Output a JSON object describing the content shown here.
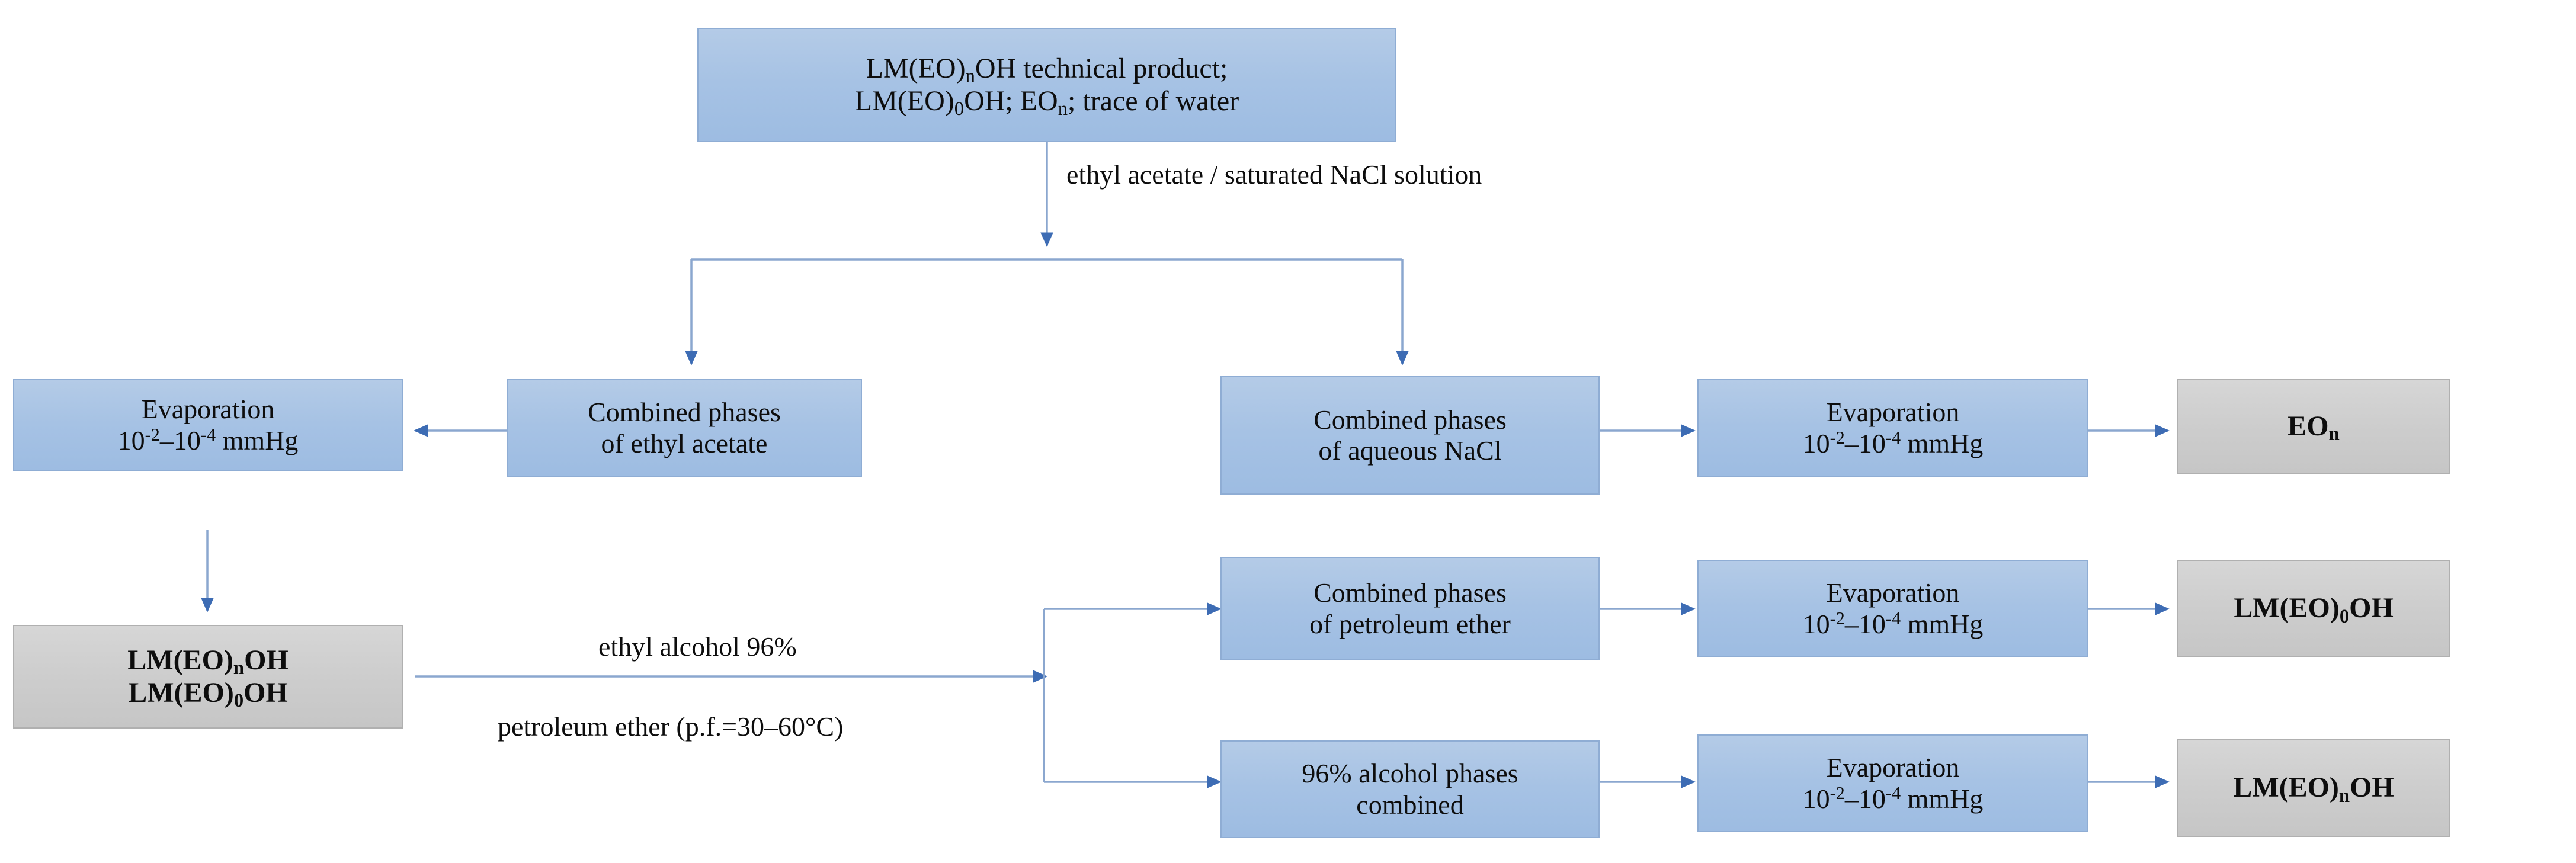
{
  "diagram": {
    "title": "Isolation scheme of LM(EO)nOH technical product",
    "colors": {
      "box_blue_fill": "#a6c2e4",
      "box_blue_border": "#8fadd4",
      "box_gray_fill": "#cdcdcd",
      "box_gray_border": "#b0b0b0",
      "connector": "#8ba7cf",
      "arrow_head": "#3d6cb4",
      "text": "#0d0d0d",
      "background": "#ffffff"
    },
    "nodes": [
      {
        "id": "technical-product",
        "style": "blue",
        "lines": [
          "LM(EO)nOH technical product;",
          "LM(EO)0OH;  EOn; trace of water"
        ]
      },
      {
        "id": "evaporation-left",
        "style": "blue",
        "lines": [
          "Evaporation",
          "10-2–10-4 mmHg"
        ]
      },
      {
        "id": "combined-ethyl-acetate",
        "style": "blue",
        "lines": [
          "Combined phases",
          "of ethyl acetate"
        ]
      },
      {
        "id": "combined-aqueous-nacl",
        "style": "blue",
        "lines": [
          "Combined phases",
          "of aqueous NaCl"
        ]
      },
      {
        "id": "evaporation-row1",
        "style": "blue",
        "lines": [
          "Evaporation",
          "10-2–10-4 mmHg"
        ]
      },
      {
        "id": "product-eon",
        "style": "gray",
        "lines": [
          "EOn"
        ]
      },
      {
        "id": "lm-mixture",
        "style": "gray",
        "lines": [
          "LM(EO)nOH",
          "LM(EO)0OH"
        ]
      },
      {
        "id": "combined-petroleum-ether",
        "style": "blue",
        "lines": [
          "Combined phases",
          "of petroleum ether"
        ]
      },
      {
        "id": "evaporation-row2",
        "style": "blue",
        "lines": [
          "Evaporation",
          "10-2–10-4 mmHg"
        ]
      },
      {
        "id": "product-lm-eo0-oh",
        "style": "gray",
        "lines": [
          "LM(EO)0OH"
        ]
      },
      {
        "id": "alcohol-phases-combined",
        "style": "blue",
        "lines": [
          "96% alcohol phases",
          "combined"
        ]
      },
      {
        "id": "evaporation-row3",
        "style": "blue",
        "lines": [
          "Evaporation",
          "10-2–10-4 mmHg"
        ]
      },
      {
        "id": "product-lm-eon-oh",
        "style": "gray",
        "lines": [
          "LM(EO)nOH"
        ]
      }
    ],
    "edge_labels": [
      {
        "id": "solvent-split-label",
        "lines": [
          "ethyl acetate / saturated",
          "NaCl solution"
        ]
      },
      {
        "id": "ethyl-alcohol-label",
        "lines": [
          "ethyl alcohol 96%"
        ]
      },
      {
        "id": "petroleum-ether-label",
        "lines": [
          "petroleum ether (p.f.=30–60°C)"
        ]
      }
    ]
  },
  "nodes": {
    "technical_product": {
      "line1_a": "LM(EO)",
      "line1_sub": "n",
      "line1_b": "OH technical product;",
      "line2_a": "LM(EO)",
      "line2_sub1": "0",
      "line2_b": "OH;  EO",
      "line2_sub2": "n",
      "line2_c": "; trace of water"
    },
    "evaporation": {
      "title": "Evaporation",
      "pressure_a": "10",
      "pressure_exp1": "-2",
      "pressure_dash": "–10",
      "pressure_exp2": "-4",
      "pressure_unit": " mmHg"
    },
    "combined_ethyl_acetate": {
      "line1": "Combined phases",
      "line2": "of ethyl acetate"
    },
    "combined_aqueous_nacl": {
      "line1": "Combined phases",
      "line2": "of aqueous NaCl"
    },
    "combined_petroleum_ether": {
      "line1": "Combined phases",
      "line2": "of petroleum ether"
    },
    "alcohol_phases_combined": {
      "line1": "96% alcohol phases",
      "line2": "combined"
    },
    "product_eon": {
      "a": "EO",
      "sub": "n"
    },
    "lm_mixture": {
      "line1_a": "LM(EO)",
      "line1_sub": "n",
      "line1_b": "OH",
      "line2_a": "LM(EO)",
      "line2_sub": "0",
      "line2_b": "OH"
    },
    "product_lm_eo0_oh": {
      "a": "LM(EO)",
      "sub": "0",
      "b": "OH"
    },
    "product_lm_eon_oh": {
      "a": "LM(EO)",
      "sub": "n",
      "b": "OH"
    }
  },
  "labels": {
    "solvent_split_line1": "ethyl acetate / saturated",
    "solvent_split_line2": "NaCl solution",
    "ethyl_alcohol": "ethyl alcohol 96%",
    "petroleum_ether": "petroleum ether (p.f.=30–60°C)"
  }
}
